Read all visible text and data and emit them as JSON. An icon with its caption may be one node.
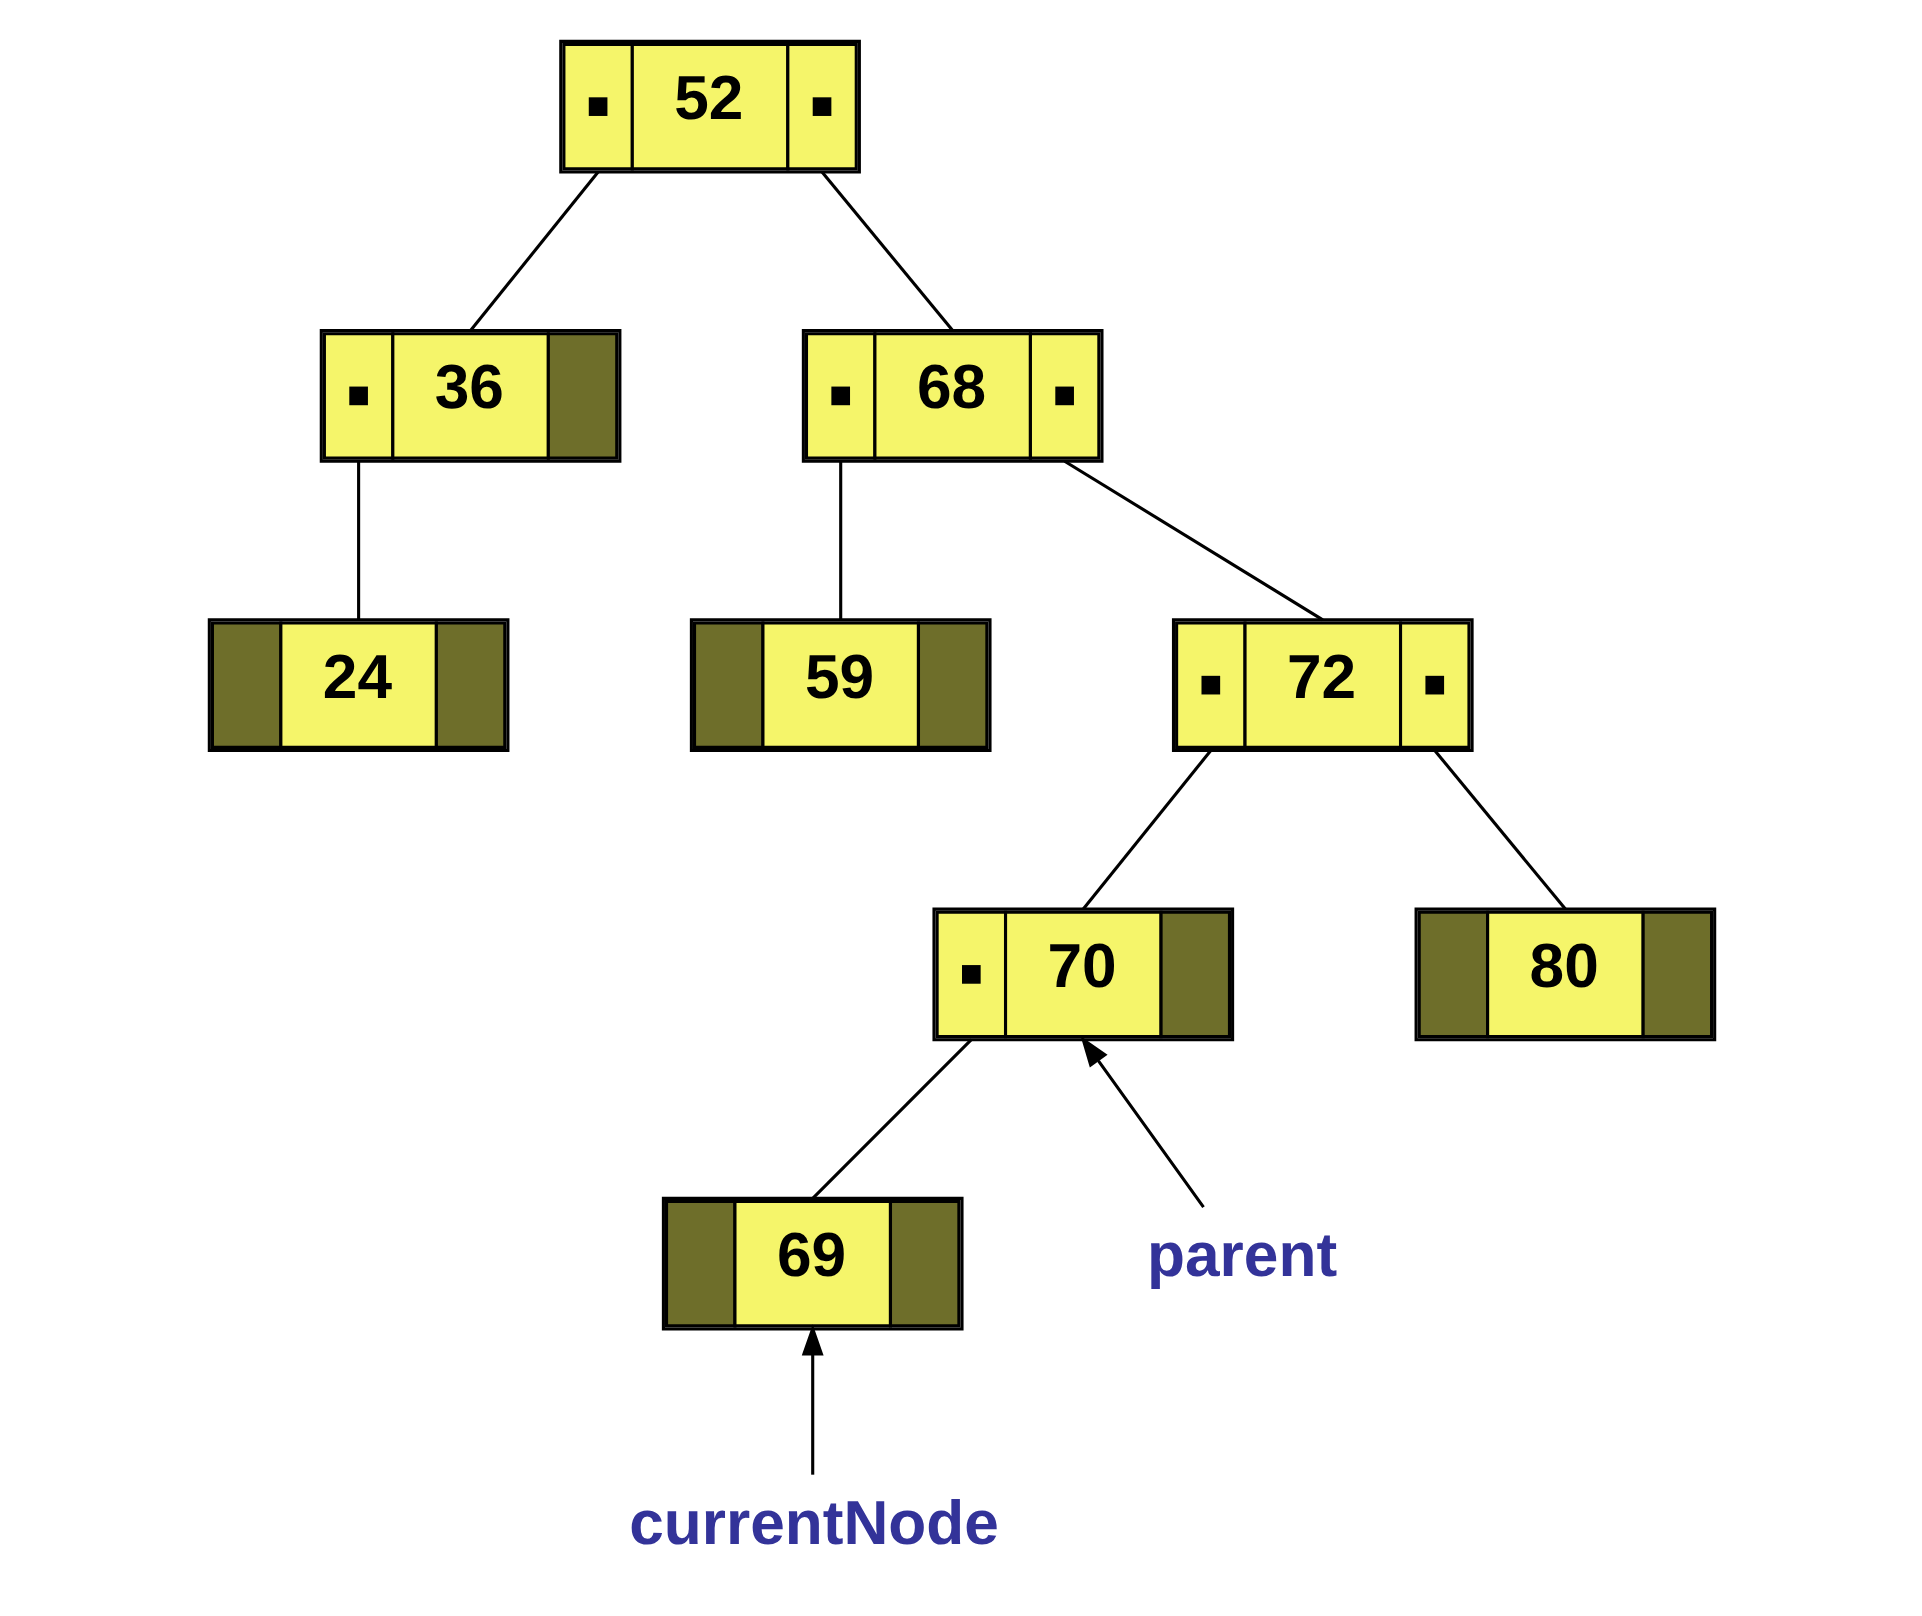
{
  "diagram": {
    "nodes": [
      {
        "text": [
          "52"
        ]
      },
      {
        "text": [
          "36"
        ]
      },
      {
        "text": [
          "68"
        ]
      },
      {
        "text": [
          "24"
        ]
      },
      {
        "text": [
          "59"
        ]
      },
      {
        "text": [
          "72"
        ]
      },
      {
        "text": [
          "70"
        ]
      },
      {
        "text": [
          "80"
        ]
      },
      {
        "text": [
          "69"
        ]
      },
      {
        "text": [
          "parent"
        ]
      },
      {
        "text": [
          "currentNode"
        ]
      }
    ],
    "edges": [
      {
        "from": 0,
        "to": 1,
        "arrow": "none"
      },
      {
        "from": 0,
        "to": 2,
        "arrow": "none"
      },
      {
        "from": 1,
        "to": 3,
        "arrow": "none"
      },
      {
        "from": 2,
        "to": 4,
        "arrow": "none"
      },
      {
        "from": 2,
        "to": 5,
        "arrow": "none"
      },
      {
        "from": 5,
        "to": 6,
        "arrow": "none"
      },
      {
        "from": 5,
        "to": 7,
        "arrow": "none"
      },
      {
        "from": 6,
        "to": 8,
        "arrow": "none"
      },
      {
        "from": 9,
        "to": 6,
        "arrow": "to"
      },
      {
        "from": 10,
        "to": 8,
        "arrow": "to"
      }
    ]
  }
}
